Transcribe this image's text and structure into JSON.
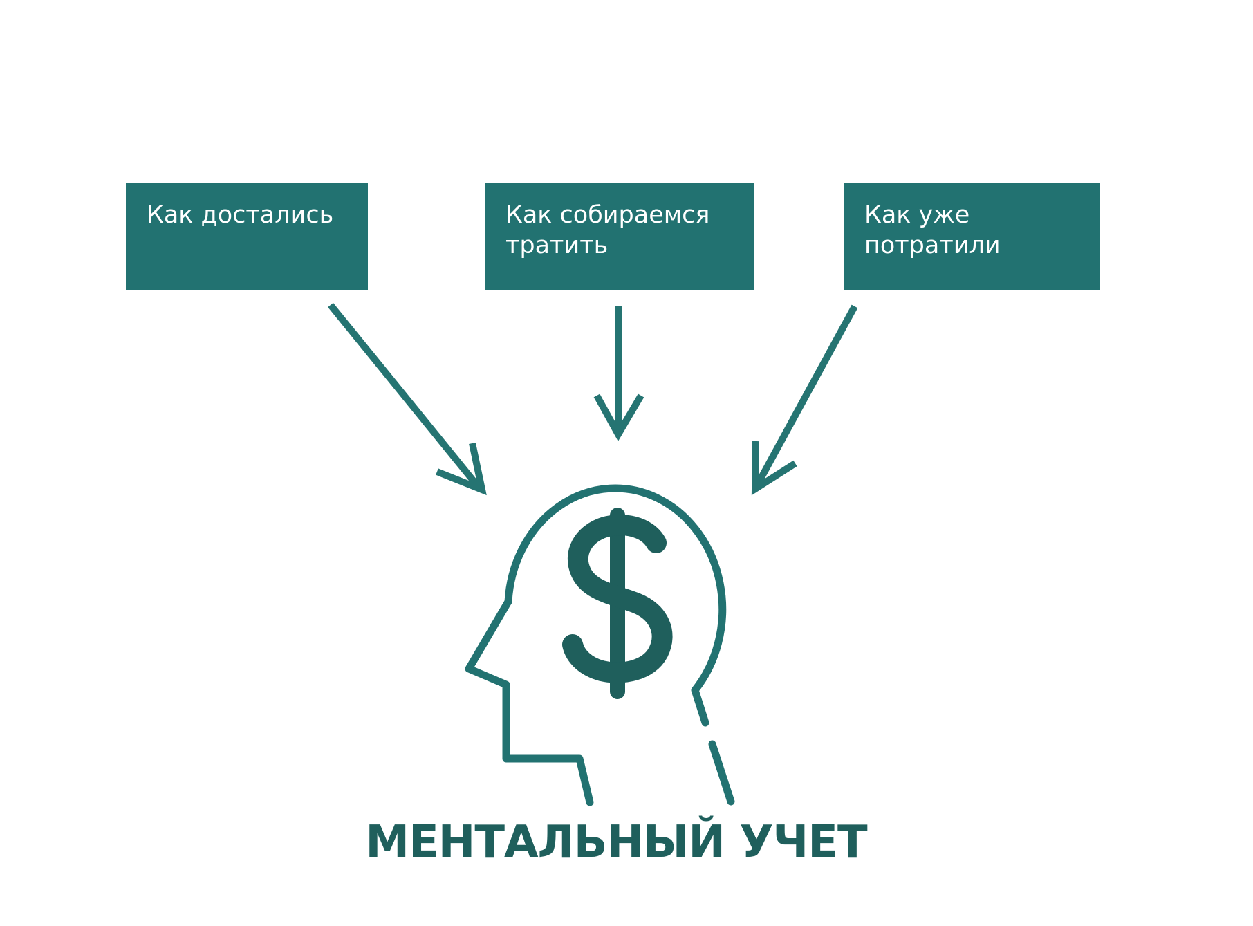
{
  "boxes": [
    {
      "label": "Как достались"
    },
    {
      "label": "Как собираемся\nтратить"
    },
    {
      "label": "Как уже\nпотратили"
    }
  ],
  "title": "МЕНТАЛЬНЫЙ УЧЕТ",
  "icons": {
    "central": "head-with-dollar-icon",
    "arrow": "arrow-icon"
  },
  "colors": {
    "box_fill": "#227271",
    "arrow": "#257472",
    "head": "#227271",
    "dollar": "#1f5f5c",
    "title": "#1f5f5c",
    "box_text": "#ffffff"
  }
}
